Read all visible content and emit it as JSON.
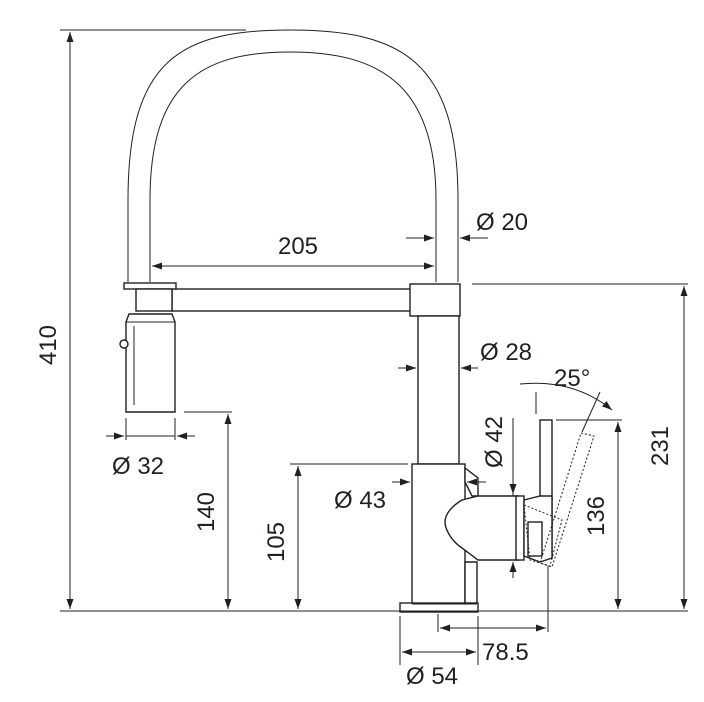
{
  "labels": {
    "height_total": "410",
    "spout_reach": "205",
    "hose_diameter": "Ø 20",
    "upper_body_diameter": "Ø 28",
    "handle_angle": "25°",
    "handle_collar_diameter": "Ø 42",
    "spray_head_diameter": "Ø 32",
    "body_diameter": "Ø 43",
    "spout_base_height": "231",
    "handle_height": "136",
    "spray_head_height": "140",
    "body_height": "105",
    "handle_offset": "78.5",
    "base_diameter": "Ø 54"
  },
  "colors": {
    "line": "#231f20",
    "background": "#ffffff"
  }
}
